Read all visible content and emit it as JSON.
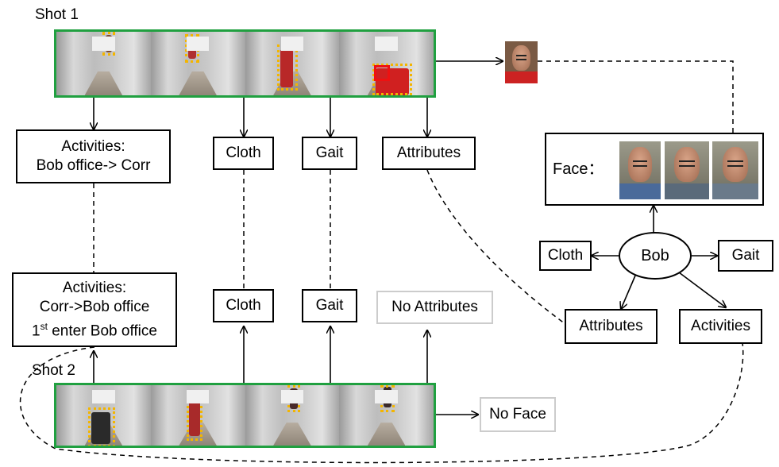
{
  "shot1": {
    "label": "Shot 1"
  },
  "shot2": {
    "label": "Shot 2"
  },
  "shot1_features": {
    "activities": [
      "Activities:",
      "Bob office-> Corr"
    ],
    "cloth": "Cloth",
    "gait": "Gait",
    "attributes": "Attributes"
  },
  "shot2_features": {
    "activities": [
      "Activities:",
      "Corr->Bob office"
    ],
    "first_enter_prefix": "1",
    "first_enter_sup": "st",
    "first_enter_rest": " enter Bob office",
    "cloth": "Cloth",
    "gait": "Gait",
    "attributes": "No Attributes",
    "face": "No Face"
  },
  "identity": {
    "face_label": "Face：",
    "name": "Bob",
    "cloth": "Cloth",
    "gait": "Gait",
    "attributes": "Attributes",
    "activities": "Activities"
  },
  "colors": {
    "strip_border": "#20a040",
    "detection_box": "#f3b500",
    "face_box": "#ee1111",
    "gray_box_border": "#cccccc"
  }
}
